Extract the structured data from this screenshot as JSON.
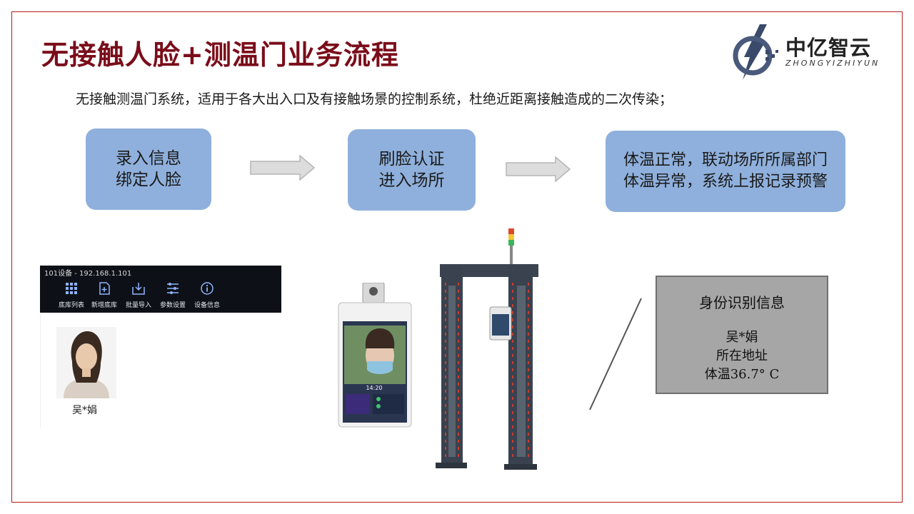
{
  "header": {
    "title": "无接触人脸+测温门业务流程",
    "subtitle": "无接触测温门系统，适用于各大出入口及有接触场景的控制系统，杜绝近距离接触造成的二次传染；"
  },
  "logo": {
    "name_cn": "中亿智云",
    "name_en": "ZHONGYIZHIYUN"
  },
  "flow": {
    "steps": [
      {
        "line1": "录入信息",
        "line2": "绑定人脸"
      },
      {
        "line1": "刷脸认证",
        "line2": "进入场所"
      },
      {
        "line1": "体温正常，联动场所所属部门",
        "line2": "体温异常，系统上报记录预警"
      }
    ]
  },
  "software_panel": {
    "title": "101设备 - 192.168.1.101",
    "tools": [
      {
        "label": "底库列表",
        "icon": "grid-icon"
      },
      {
        "label": "新增底库",
        "icon": "add-file-icon"
      },
      {
        "label": "批量导入",
        "icon": "import-icon"
      },
      {
        "label": "参数设置",
        "icon": "sliders-icon"
      },
      {
        "label": "设备信息",
        "icon": "info-icon"
      }
    ],
    "person_name": "吴*娟"
  },
  "terminal": {
    "time": "14:20"
  },
  "id_info": {
    "title": "身份识别信息",
    "name": "吴*娟",
    "address": "所在地址",
    "temperature": "体温36.7° C"
  },
  "colors": {
    "title": "#7a0d1a",
    "step_fill": "#8fb0dc",
    "frame": "#b31b1b",
    "info_box": "#a6a6a6"
  }
}
